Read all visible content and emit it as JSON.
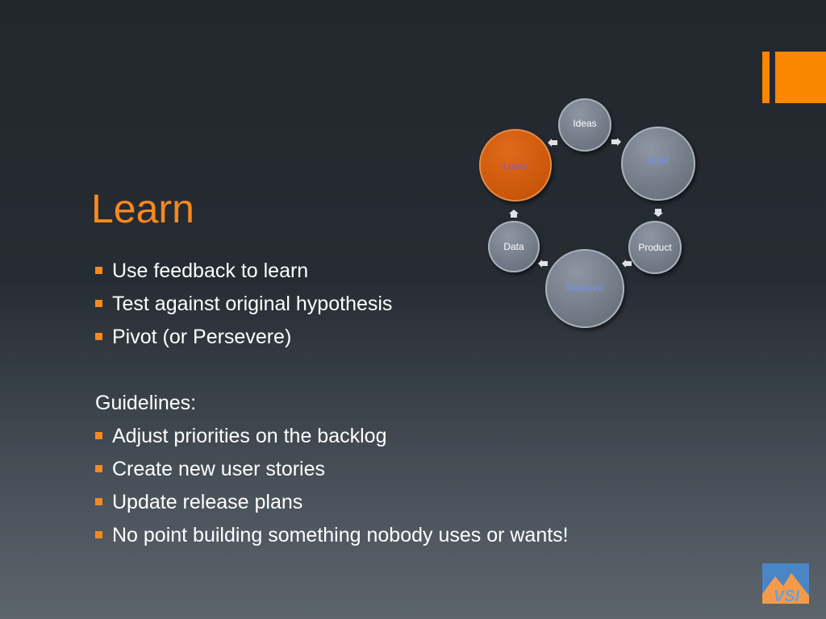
{
  "slide": {
    "title": "Learn",
    "bullets_top": [
      "Use feedback to learn",
      "Test against original hypothesis",
      "Pivot (or Persevere)"
    ],
    "guidelines_heading": "Guidelines:",
    "bullets_bottom": [
      "Adjust priorities on the backlog",
      "Create new user stories",
      "Update release plans",
      "No point building something nobody uses or wants!"
    ]
  },
  "cycle": {
    "nodes": {
      "ideas": "Ideas",
      "build": "Build",
      "product": "Product",
      "measure": "Measure",
      "data": "Data",
      "learn": "Learn"
    }
  },
  "logo": {
    "text": "VSI"
  },
  "colors": {
    "accent": "#f7891f",
    "learn_node": "#c9560a",
    "node": "#6c7580"
  }
}
